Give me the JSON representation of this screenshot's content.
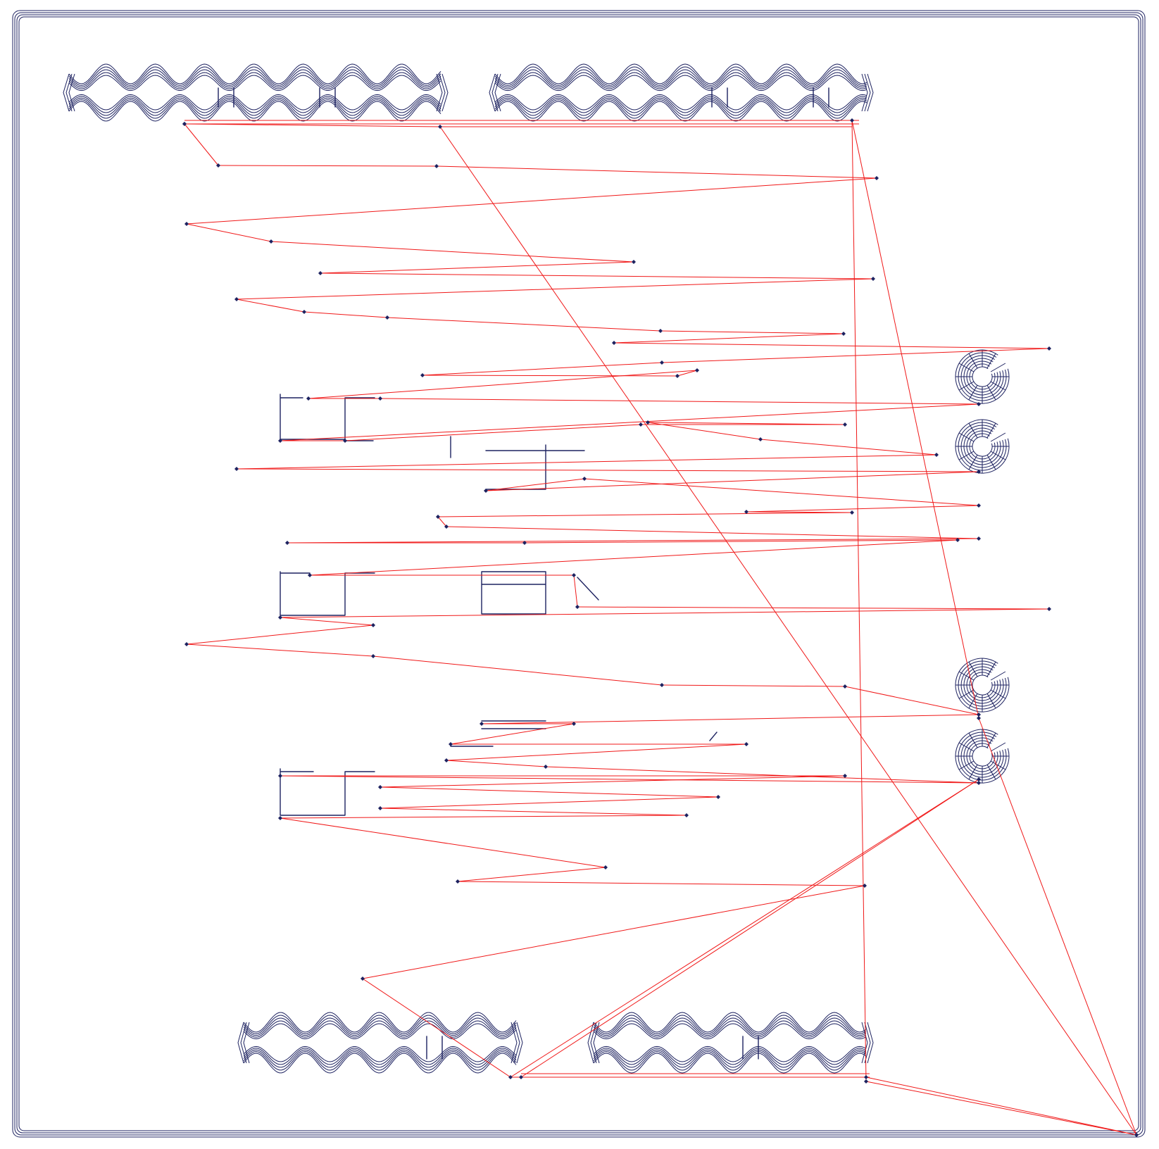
{
  "diagram": {
    "kind": "CNC toolpath preview",
    "colors": {
      "cut_path": "#1d2260",
      "travel_move": "#f01818",
      "background": "#ffffff"
    },
    "shapes": [
      "outer-border-frame",
      "wavy-panel-top-left",
      "wavy-panel-top-right",
      "wavy-panel-bottom-left",
      "wavy-panel-bottom-right",
      "hook-ring-1",
      "hook-ring-2",
      "hook-ring-3",
      "hook-ring-4",
      "bracket-group-1",
      "bracket-group-2",
      "bracket-group-3"
    ],
    "icons": [
      "point-marker-icon"
    ]
  }
}
